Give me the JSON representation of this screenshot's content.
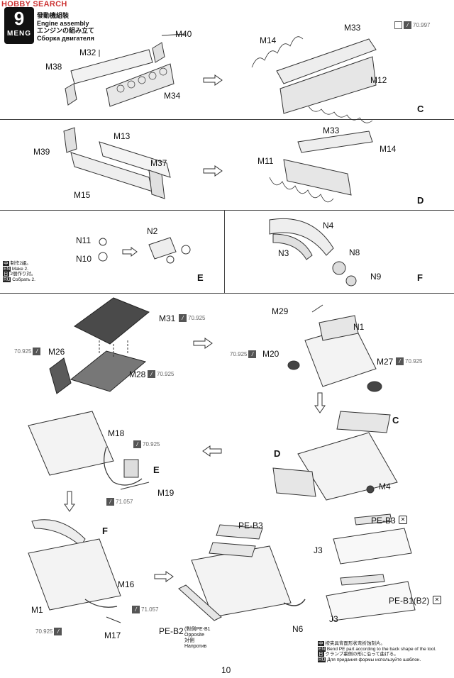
{
  "watermark": "HOBBY SEARCH",
  "header": {
    "step_number": "9",
    "brand": "MENG",
    "title_cn": "發動機組裝",
    "title_en": "Engine assembly",
    "title_jp": "エンジンの組み立て",
    "title_ru": "Сборка двигателя",
    "paint_ref": "70.997"
  },
  "panel1": {
    "labels": [
      "M40",
      "M32",
      "M38",
      "M34",
      "M14",
      "M33",
      "M12"
    ],
    "result": "C"
  },
  "panel2": {
    "labels": [
      "M39",
      "M13",
      "M15",
      "M37",
      "M33",
      "M14",
      "M11"
    ],
    "result": "D"
  },
  "panel3": {
    "labels": [
      "N11",
      "N10",
      "N2"
    ],
    "notes": [
      "制作2組。",
      "Make 2.",
      "2個作り対。",
      "Собрать 2."
    ],
    "note_num": "E",
    "result": "E"
  },
  "panel4": {
    "labels": [
      "N4",
      "N3",
      "N8",
      "N9"
    ],
    "result": "F"
  },
  "panel5": {
    "labels": [
      "M31",
      "M26",
      "M28",
      "M29",
      "N1",
      "M20",
      "M27",
      "M4",
      "M18",
      "M19",
      "M16",
      "M1",
      "M17",
      "PE-B3",
      "J3",
      "PE-B1(B2)",
      "PE-B2",
      "N6"
    ],
    "paint_codes": {
      "m31": "70.925",
      "m26": "70.925",
      "m28": "70.925",
      "m20": "70.925",
      "m27": "70.925",
      "m18": "70.925",
      "m19": "71.057",
      "m16": "71.057",
      "m1": "70.925"
    },
    "refs": [
      "C",
      "D",
      "E",
      "F"
    ],
    "pe_b2_note": [
      "對側PE-B1",
      "Opposite",
      "対側",
      "Напротив"
    ],
    "pe_b2_paren": "(",
    "pe_note": [
      "按夹具背面形状弯折蚀刻片。",
      "Bend PE part according to the back shape of the tool.",
      "クランプ裏側の形に沿って曲げる。",
      "Для придания формы используйте шаблон."
    ]
  },
  "page_number": "10"
}
